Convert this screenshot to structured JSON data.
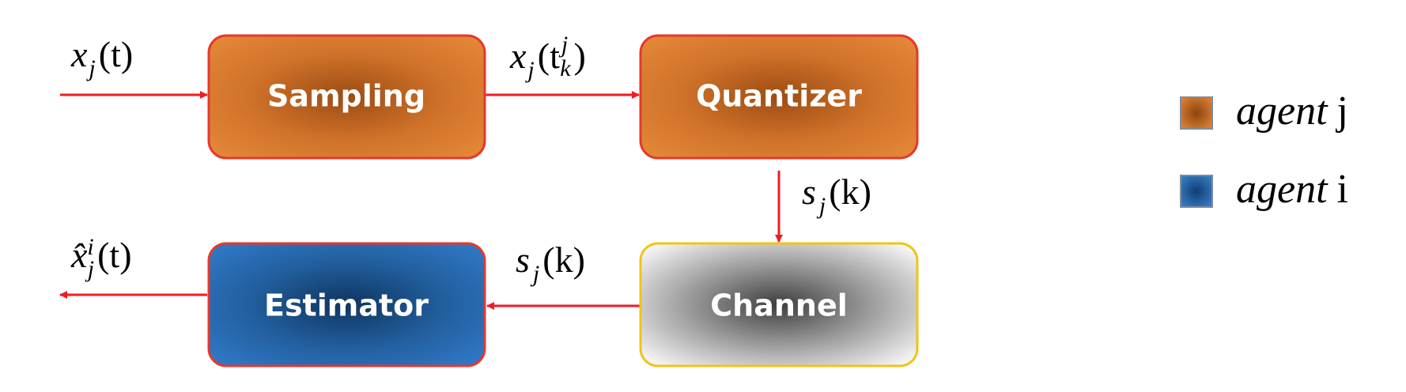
{
  "blocks": {
    "sampling": "Sampling",
    "quantizer": "Quantizer",
    "channel": "Channel",
    "estimator": "Estimator"
  },
  "signals": {
    "input": {
      "base": "x",
      "sub": "j",
      "arg": "(t)"
    },
    "sampled": {
      "base": "x",
      "sub": "j",
      "open": "(t",
      "sup": "j",
      "sub2": "k",
      "close": ")"
    },
    "quantized": {
      "base": "s",
      "sub": "j",
      "arg": "(k)"
    },
    "received": {
      "base": "s",
      "sub": "j",
      "arg": "(k)"
    },
    "estimate": {
      "base": "x̂",
      "sup": "i",
      "sub": "j",
      "arg": "(t)"
    }
  },
  "legend": [
    {
      "word": "agent",
      "id": "j",
      "color": "#c8702a"
    },
    {
      "word": "agent",
      "id": "i",
      "color": "#2c6db3"
    }
  ],
  "colors": {
    "arrow": "#ee1c24",
    "orange_fill": "#e07f33",
    "orange_center": "#a55216",
    "blue_fill": "#2f74c0",
    "blue_center": "#123d72",
    "gray_fill": "#f2f2f2",
    "gray_center": "#4a4a4a",
    "channel_border": "#f0c419",
    "block_border": "#e8372c"
  }
}
